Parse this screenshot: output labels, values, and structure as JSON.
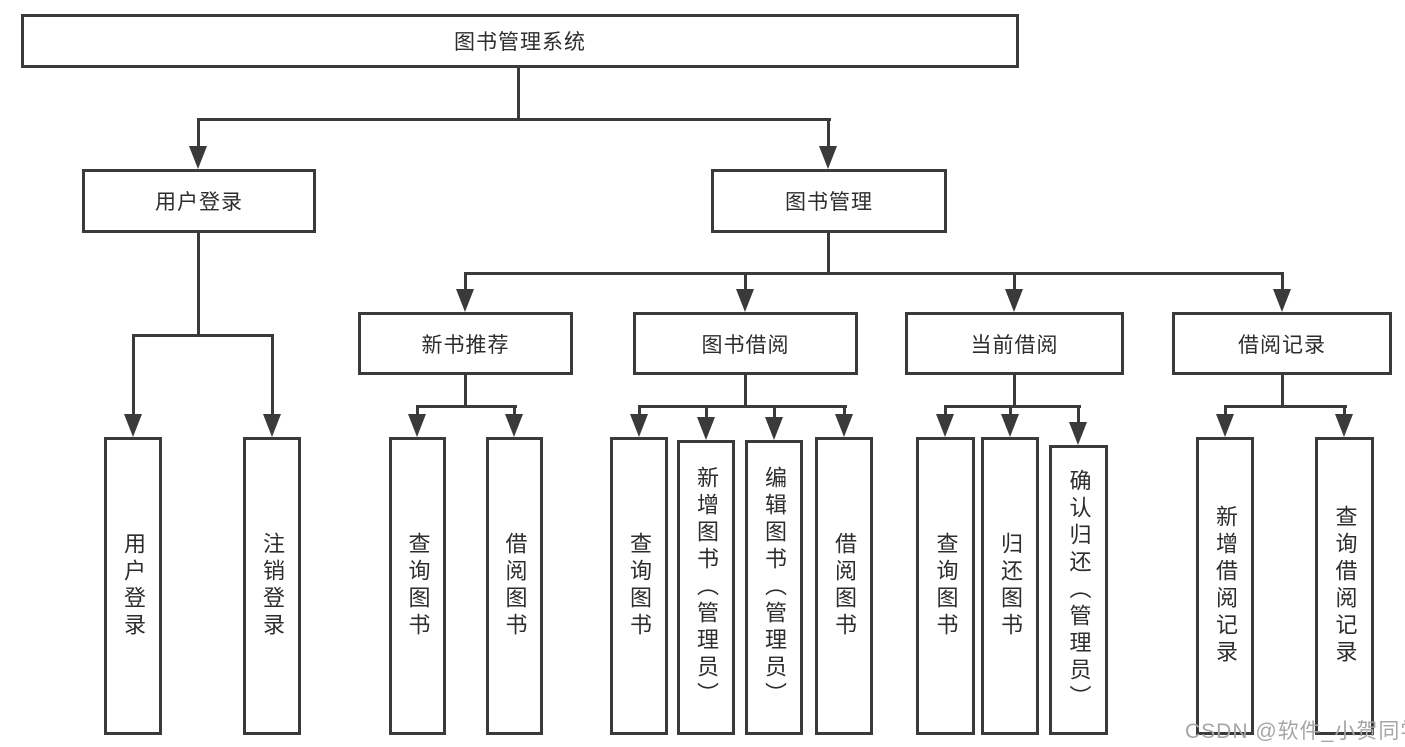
{
  "diagram": {
    "title": "图书管理系统",
    "type": "hierarchy-diagram",
    "colors": {
      "line": "#3a3a3a",
      "box_border": "#3a3a3a",
      "box_fill": "#ffffff",
      "text": "#2d2d2d",
      "watermark_text": "#a6a6a6"
    },
    "tree": {
      "root": "图书管理系统",
      "children": [
        {
          "label": "用户登录",
          "children": [
            "用户登录",
            "注销登录"
          ]
        },
        {
          "label": "图书管理",
          "children": [
            {
              "label": "新书推荐",
              "children": [
                "查询图书",
                "借阅图书"
              ]
            },
            {
              "label": "图书借阅",
              "children": [
                "查询图书",
                "新增图书（管理员）",
                "编辑图书（管理员）",
                "借阅图书"
              ]
            },
            {
              "label": "当前借阅",
              "children": [
                "查询图书",
                "归还图书",
                "确认归还（管理员）"
              ]
            },
            {
              "label": "借阅记录",
              "children": [
                "新增借阅记录",
                "查询借阅记录"
              ]
            }
          ]
        }
      ]
    },
    "watermark": {
      "text": "CSDN @软件_小贺同学"
    }
  }
}
